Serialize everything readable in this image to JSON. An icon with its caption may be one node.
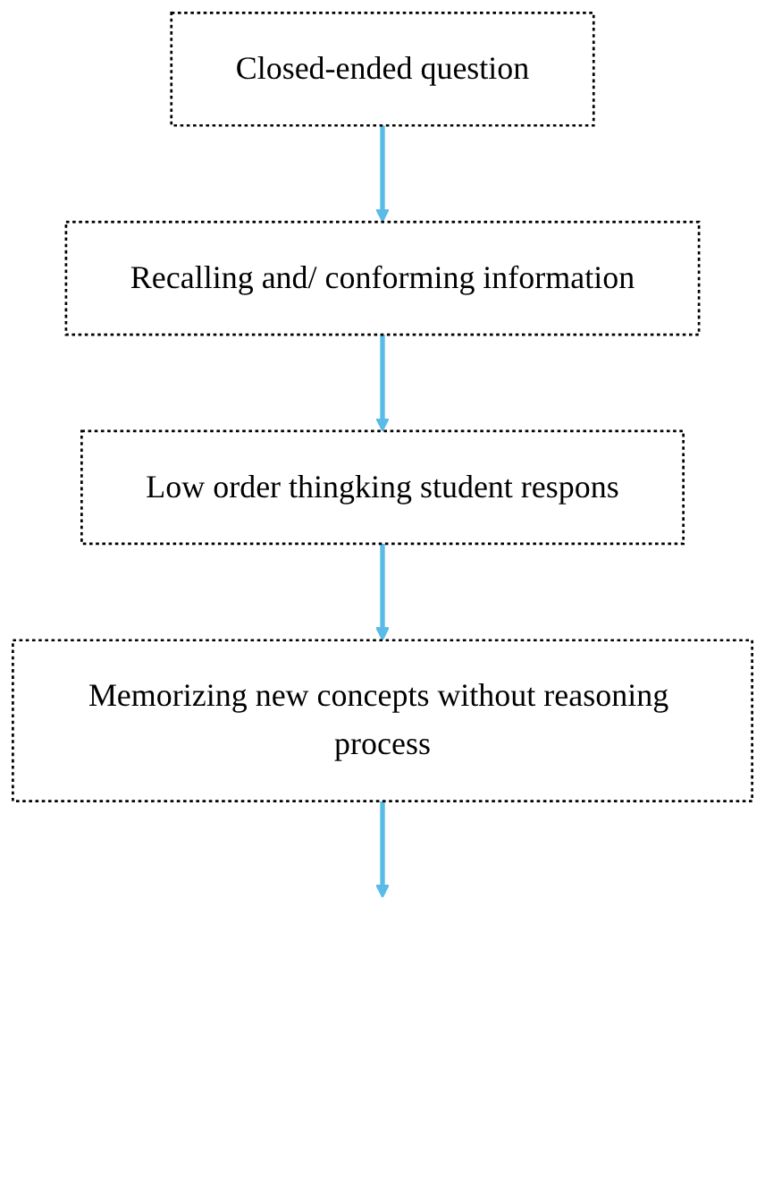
{
  "diagram": {
    "nodes": [
      {
        "text": [
          "Closed-ended question"
        ]
      },
      {
        "text": [
          "Recalling and/ conforming information"
        ]
      },
      {
        "text": [
          "Low order thingking student respons"
        ]
      },
      {
        "text": [
          "Memorizing new concepts without reasoning process"
        ]
      }
    ],
    "edges": [
      {
        "from": 0,
        "to": 1,
        "arrow": "to"
      },
      {
        "from": 1,
        "to": 2,
        "arrow": "to"
      },
      {
        "from": 2,
        "to": 3,
        "arrow": "to"
      },
      {
        "from": 3,
        "to": null,
        "arrow": "to"
      }
    ]
  }
}
